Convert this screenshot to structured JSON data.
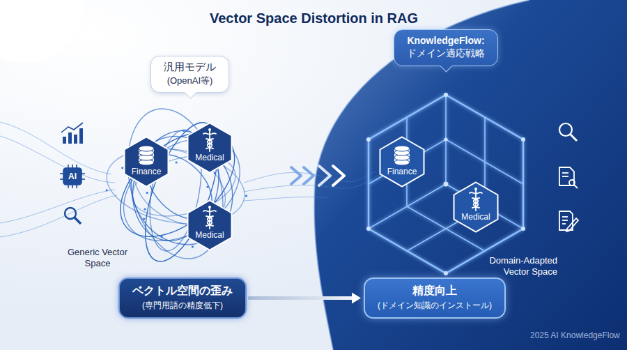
{
  "diagram": {
    "title": "Vector Space Distortion in RAG",
    "nodes": [
      {
        "text": [
          "汎用モデル",
          "(OpenAI等)"
        ]
      },
      {
        "text": [
          "Finance"
        ]
      },
      {
        "text": [
          "Medical"
        ]
      },
      {
        "text": [
          "Medical"
        ]
      },
      {
        "text": [
          "ベクトル空間の歪み",
          "(専門用語の精度低下)"
        ]
      },
      {
        "text": [
          "KnowledgeFlow:",
          "ドメイン適応戦略"
        ]
      },
      {
        "text": [
          "Finance"
        ]
      },
      {
        "text": [
          "Medical"
        ]
      },
      {
        "text": [
          "精度向上",
          "(ドメイン知識のインストール)"
        ]
      }
    ],
    "edges": [
      {
        "from": 4,
        "to": 8,
        "arrow": "to"
      }
    ],
    "labels": [
      "AI",
      "Generic Vector Space",
      "Domain-Adapted Vector Space",
      "2025 AI KnowledgeFlow"
    ]
  }
}
